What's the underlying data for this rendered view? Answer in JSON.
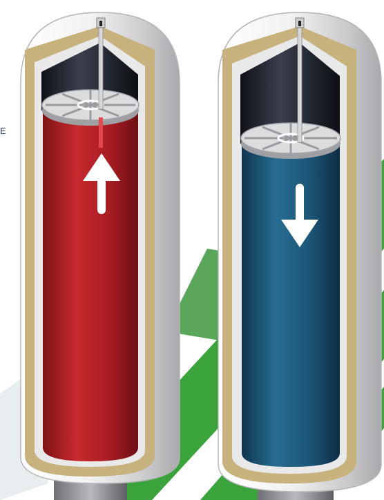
{
  "edge_text": "E",
  "tanks": [
    {
      "id": "left",
      "fill_color": "#b01e24",
      "arrow_direction": "up",
      "piston_level": 0.18
    },
    {
      "id": "right",
      "fill_color": "#1b5576",
      "arrow_direction": "down",
      "piston_level": 0.28
    }
  ],
  "colors": {
    "shell": "#e6e6e8",
    "insulation": "#c7b27e",
    "inner_dark": "#1b1e26",
    "green_stripes": "#3aa33b",
    "arrow": "#ffffff"
  }
}
